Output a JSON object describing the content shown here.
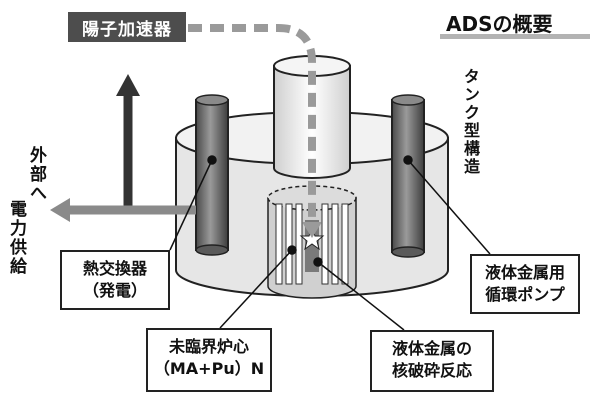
{
  "title": "ADSの概要",
  "accelerator_label": "陽子加速器",
  "tank_label": "タンク型構造",
  "power_label_line1": "外部へ",
  "power_label_line2": "電力供給",
  "heat_exchanger": {
    "line1": "熱交換器",
    "line2": "（発電）"
  },
  "pump": {
    "line1": "液体金属用",
    "line2": "循環ポンプ"
  },
  "core": {
    "line1": "未臨界炉心",
    "line2": "（MA+Pu）N"
  },
  "target": {
    "line1": "液体金属の",
    "line2": "核破砕反応"
  },
  "colors": {
    "accent_dark": "#4d4d4d",
    "beam_gray": "#9a9a9a",
    "tank_fill": "#e6e6e6",
    "pipe_dark": "#6b6b6b"
  }
}
